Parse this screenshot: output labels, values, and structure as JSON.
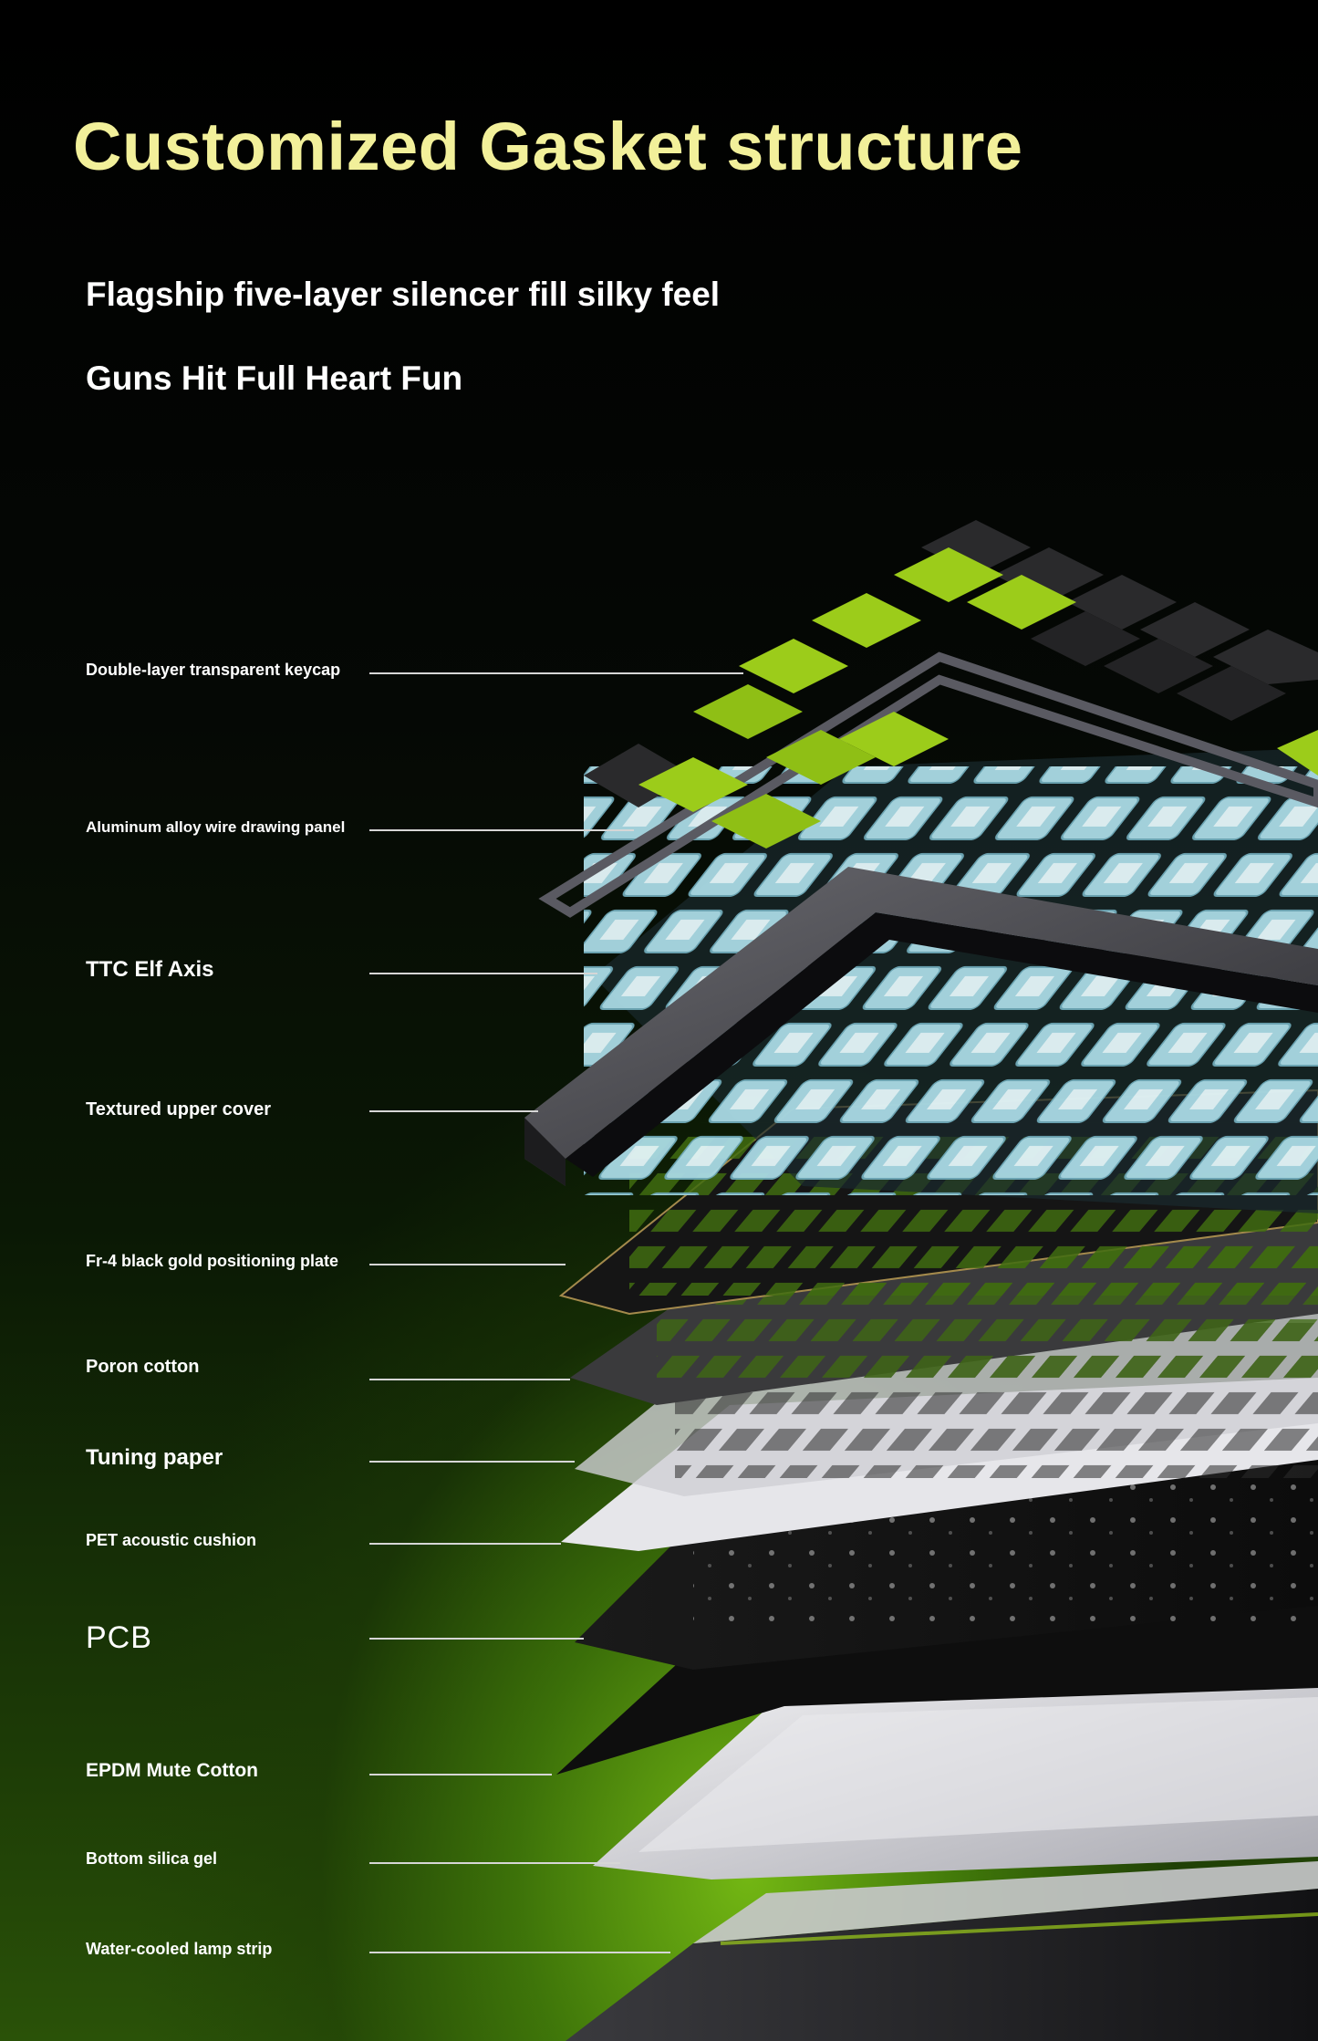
{
  "header": {
    "title": "Customized Gasket structure",
    "subtitle_1": "Flagship five-layer silencer fill silky feel",
    "subtitle_2": "Guns Hit Full Heart Fun"
  },
  "layers": [
    {
      "label": "Double-layer transparent keycap"
    },
    {
      "label": "Aluminum alloy wire drawing panel"
    },
    {
      "label": "TTC Elf Axis"
    },
    {
      "label": "Textured upper cover"
    },
    {
      "label": "Fr-4 black gold positioning plate"
    },
    {
      "label": "Poron cotton"
    },
    {
      "label": "Tuning paper"
    },
    {
      "label": "PET acoustic cushion"
    },
    {
      "label": "PCB"
    },
    {
      "label": "EPDM Mute Cotton"
    },
    {
      "label": "Bottom silica gel"
    },
    {
      "label": "Water-cooled lamp strip"
    }
  ],
  "colors": {
    "title": "#f2f09a",
    "accent_green": "#9ccc1a",
    "keycap_dark": "#2a2a2c",
    "switch_blue": "#9fd3df"
  }
}
